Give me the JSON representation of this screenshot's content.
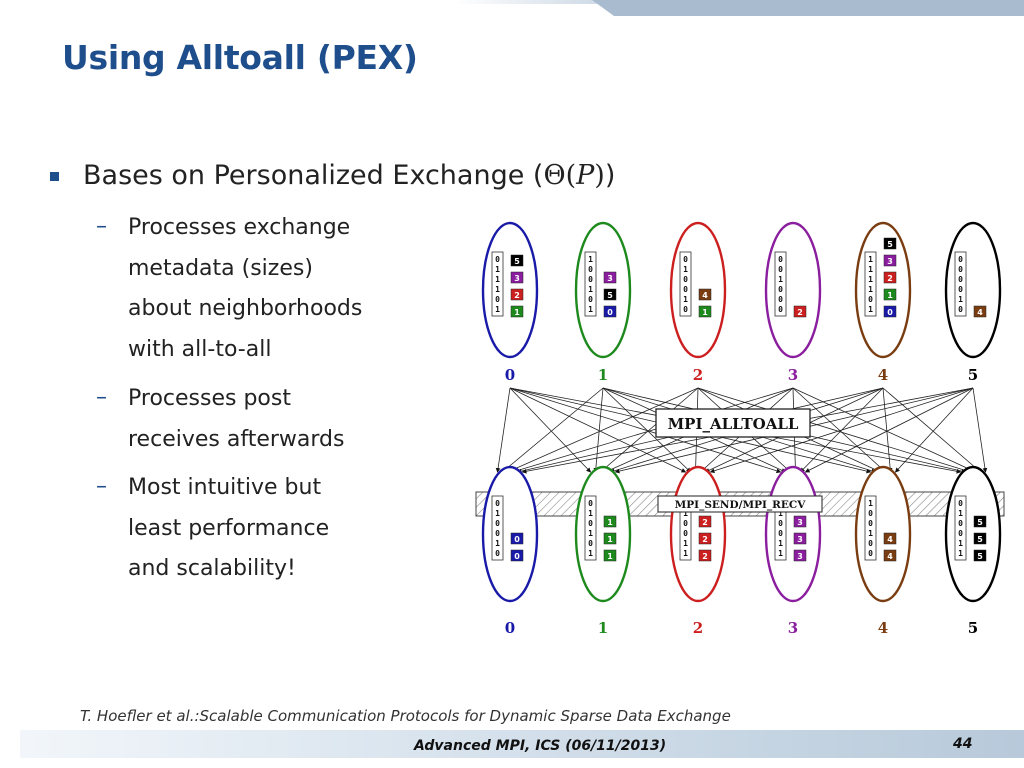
{
  "slide": {
    "title": "Using Alltoall (PEX)",
    "bullet": {
      "prefix": "Bases on Personalized Exchange (",
      "theta": "Θ(",
      "P": "P",
      "theta_close": ")",
      "suffix": ")"
    },
    "subbullets": [
      {
        "dash": "–",
        "lines": [
          "Processes exchange",
          "metadata (sizes)",
          "about neighborhoods",
          "with all-to-all"
        ]
      },
      {
        "dash": "–",
        "lines": [
          "Processes post",
          "receives afterwards"
        ]
      },
      {
        "dash": "–",
        "lines": [
          "Most intuitive but",
          "least performance",
          "and scalability!"
        ]
      }
    ],
    "citation": "T. Hoefler et al.:Scalable Communication Protocols for Dynamic Sparse Data Exchange",
    "footer": "Advanced MPI, ICS (06/11/2013)",
    "page_number": "44"
  },
  "diagram": {
    "alltoall_label": "MPI_ALLTOALL",
    "sendrecv_label": "MPI_SEND/MPI_RECV",
    "process_colors": [
      "#1a1aa8",
      "#1e8a1e",
      "#cc1f1f",
      "#8a1e9e",
      "#7a3d12",
      "#000000"
    ],
    "top_labels": [
      "0",
      "1",
      "2",
      "3",
      "4",
      "5"
    ],
    "bottom_labels": [
      "0",
      "1",
      "2",
      "3",
      "4",
      "5"
    ],
    "top_processes": [
      {
        "bits": [
          "0",
          "1",
          "1",
          "1",
          "0",
          "1"
        ],
        "boxes": [
          "5",
          "3",
          "2",
          "1"
        ]
      },
      {
        "bits": [
          "1",
          "0",
          "0",
          "1",
          "0",
          "1"
        ],
        "boxes": [
          "3",
          "5",
          "0"
        ]
      },
      {
        "bits": [
          "0",
          "1",
          "0",
          "0",
          "1",
          "0"
        ],
        "boxes": [
          "4",
          "1"
        ]
      },
      {
        "bits": [
          "0",
          "0",
          "1",
          "0",
          "0",
          "0"
        ],
        "boxes": [
          "2"
        ]
      },
      {
        "bits": [
          "1",
          "1",
          "1",
          "1",
          "0",
          "1"
        ],
        "boxes": [
          "5",
          "3",
          "2",
          "1",
          "0"
        ]
      },
      {
        "bits": [
          "0",
          "0",
          "0",
          "0",
          "1",
          "0"
        ],
        "boxes": [
          "4"
        ]
      }
    ],
    "bottom_processes": [
      {
        "bits": [
          "0",
          "1",
          "0",
          "0",
          "1",
          "0"
        ],
        "boxes": [
          "0",
          "0"
        ]
      },
      {
        "bits": [
          "0",
          "1",
          "0",
          "1",
          "0",
          "1"
        ],
        "boxes": [
          "1",
          "1",
          "1"
        ]
      },
      {
        "bits": [
          "1",
          "1",
          "0",
          "0",
          "1",
          "1"
        ],
        "boxes": [
          "2",
          "2",
          "2"
        ]
      },
      {
        "bits": [
          "0",
          "1",
          "0",
          "0",
          "1",
          "1"
        ],
        "boxes": [
          "3",
          "3",
          "3"
        ]
      },
      {
        "bits": [
          "1",
          "0",
          "0",
          "1",
          "0",
          "0"
        ],
        "boxes": [
          "4",
          "4"
        ]
      },
      {
        "bits": [
          "0",
          "1",
          "0",
          "0",
          "1",
          "1"
        ],
        "boxes": [
          "5",
          "5",
          "5"
        ]
      }
    ]
  }
}
